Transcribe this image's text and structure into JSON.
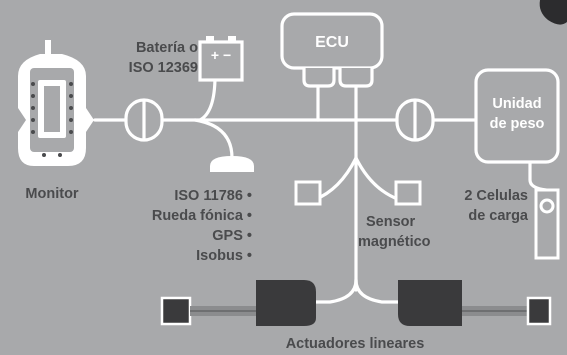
{
  "labels": {
    "battery": [
      "Batería o",
      "ISO 12369"
    ],
    "battery_terminals": "+ −",
    "ecu": "ECU",
    "weight_unit": [
      "Unidad",
      "de peso"
    ],
    "monitor": "Monitor",
    "inputs": [
      "ISO 11786 •",
      "Rueda fónica •",
      "GPS •",
      "Isobus •"
    ],
    "sensor": [
      "Sensor",
      "magnético"
    ],
    "load_cells": [
      "2 Celulas",
      "de carga"
    ],
    "actuators": "Actuadores lineares"
  },
  "colors": {
    "background": "#a8a9ab",
    "lines": "#ffffff",
    "text": "#4a4b4d",
    "actuator_body": "#3a3a3c"
  }
}
